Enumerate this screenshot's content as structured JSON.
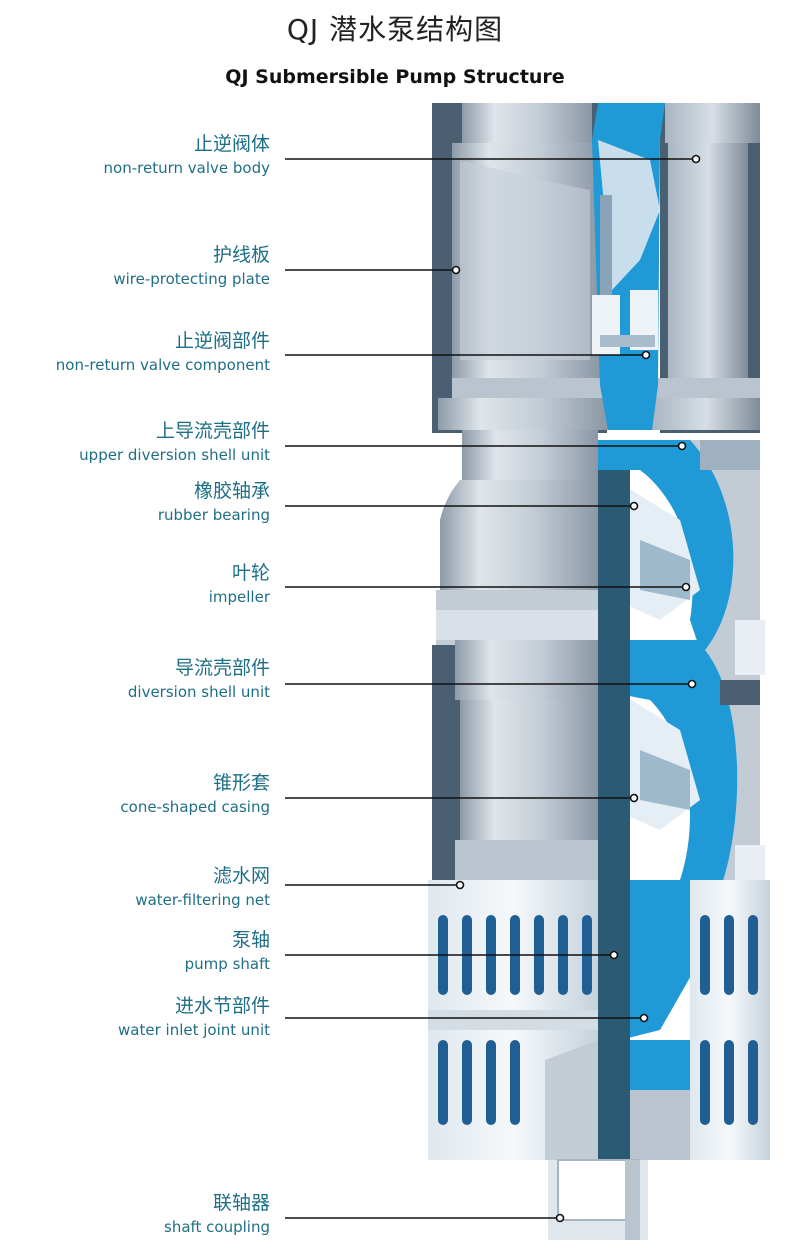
{
  "title_cn": "QJ 潜水泵结构图",
  "title_en": "QJ Submersible Pump Structure",
  "callouts": [
    {
      "cn": "止逆阀体",
      "en": "non-return valve body"
    },
    {
      "cn": "护线板",
      "en": "wire-protecting plate"
    },
    {
      "cn": "止逆阀部件",
      "en": "non-return valve component"
    },
    {
      "cn": "上导流壳部件",
      "en": "upper diversion shell unit"
    },
    {
      "cn": "橡胶轴承",
      "en": "rubber bearing"
    },
    {
      "cn": "叶轮",
      "en": "impeller"
    },
    {
      "cn": "导流壳部件",
      "en": "diversion shell unit"
    },
    {
      "cn": "锥形套",
      "en": "cone-shaped casing"
    },
    {
      "cn": "滤水网",
      "en": "water-filtering net"
    },
    {
      "cn": "泵轴",
      "en": "pump shaft"
    },
    {
      "cn": "进水节部件",
      "en": "water inlet joint unit"
    },
    {
      "cn": "联轴器",
      "en": "shaft coupling"
    }
  ],
  "colors": {
    "label": "#1e6f86",
    "water_blue": "#1f9ad6",
    "dark_steel": "#4b5f73",
    "light_steel": "#c9d3dc",
    "shaft": "#2b5a74",
    "leader_line": "#111111"
  }
}
